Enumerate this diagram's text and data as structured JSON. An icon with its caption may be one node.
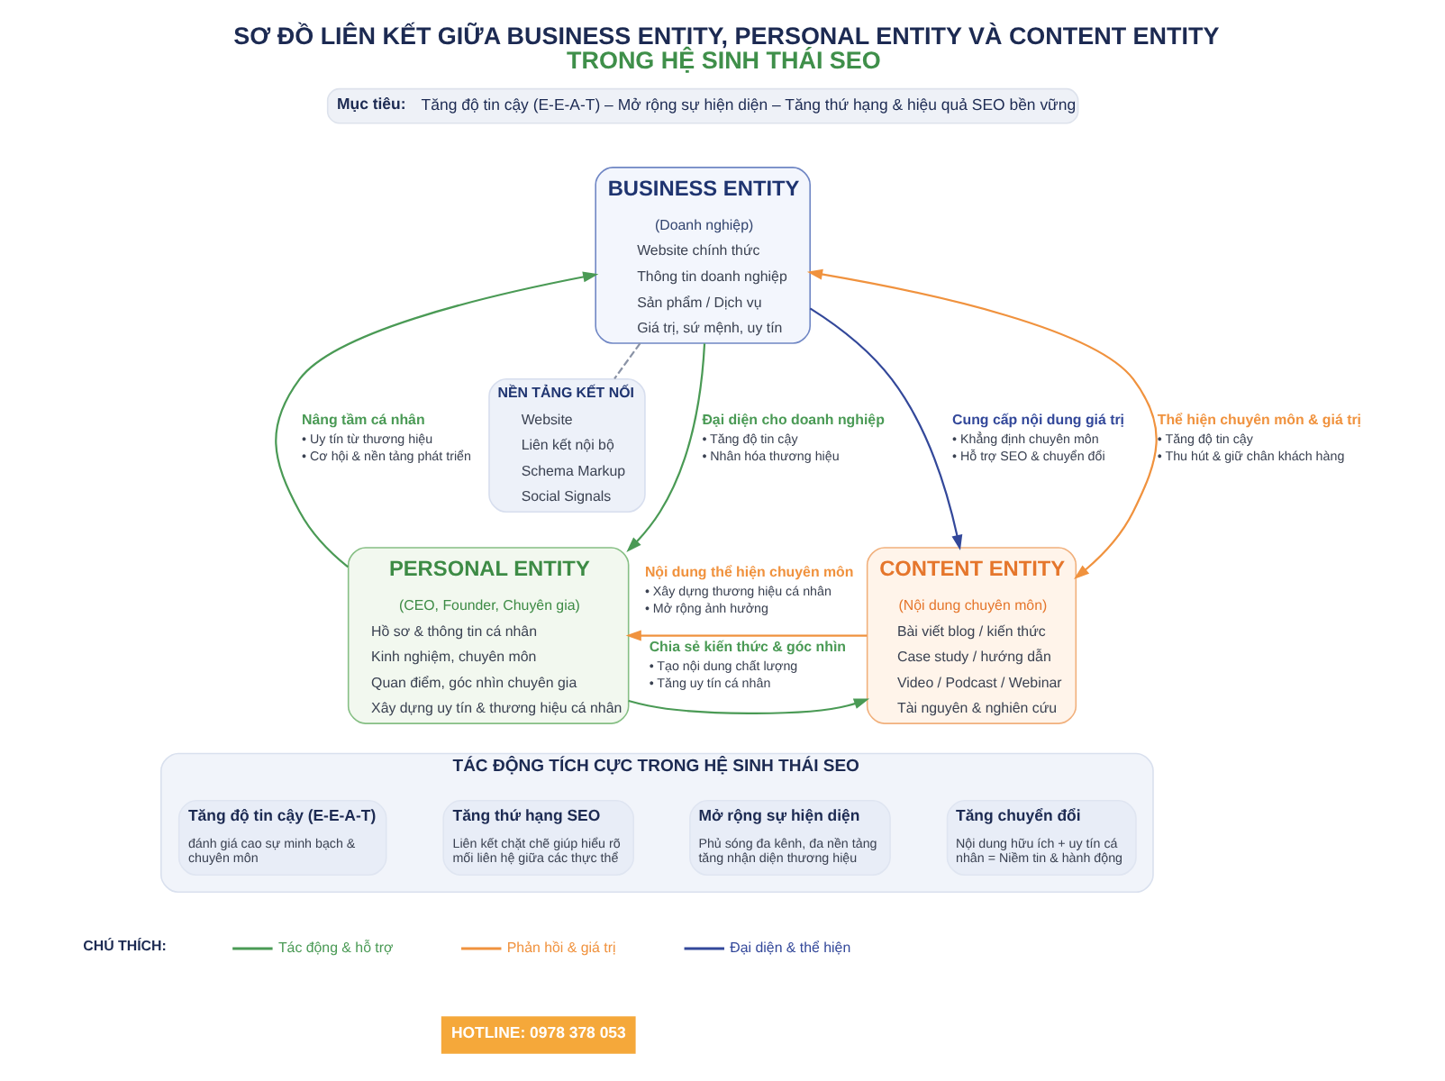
{
  "diagram": {
    "title": "SƠ ĐỒ LIÊN KẾT GIỮA BUSINESS ENTITY, PERSONAL ENTITY VÀ CONTENT ENTITY TRONG HỆ SINH THÁI SEO",
    "nodes": [
      {
        "text": [
          "Mục tiêu:",
          "Tăng độ tin cậy (E-E-A-T) – Mở rộng sự hiện diện – Tăng thứ hạng & hiệu quả SEO bền vững"
        ]
      },
      {
        "text": [
          "BUSINESS ENTITY",
          "(Doanh nghiệp)",
          "Website chính thức",
          "Thông tin doanh nghiệp",
          "Sản phẩm / Dịch vụ",
          "Giá trị, sứ mệnh, uy tín"
        ]
      },
      {
        "text": [
          "NỀN TẢNG KẾT NỐI",
          "Website",
          "Liên kết nội bộ",
          "Schema Markup",
          "Social Signals"
        ]
      },
      {
        "text": [
          "PERSONAL ENTITY",
          "(CEO, Founder, Chuyên gia)",
          "Hồ sơ & thông tin cá nhân",
          "Kinh nghiệm, chuyên môn",
          "Quan điểm, góc nhìn chuyên gia",
          "Xây dựng uy tín & thương hiệu cá nhân"
        ]
      },
      {
        "text": [
          "CONTENT ENTITY",
          "(Nội dung chuyên môn)",
          "Bài viết blog / kiến thức",
          "Case study / hướng dẫn",
          "Video / Podcast / Webinar",
          "Tài nguyên & nghiên cứu"
        ]
      },
      {
        "text": [
          "TÁC ĐỘNG TÍCH CỰC TRONG HỆ SINH THÁI SEO"
        ]
      },
      {
        "text": [
          "Tăng độ tin cậy (E-E-A-T)",
          "đánh giá cao sự minh bạch & chuyên môn"
        ],
        "in": 5
      },
      {
        "text": [
          "Tăng thứ hạng SEO",
          "Liên kết chặt chẽ giúp hiểu rõ mối liên hệ giữa các thực thể"
        ],
        "in": 5
      },
      {
        "text": [
          "Mở rộng sự hiện diện",
          "Phủ sóng đa kênh, đa nền tảng tăng nhận diện thương hiệu"
        ],
        "in": 5
      },
      {
        "text": [
          "Tăng chuyển đổi",
          "Nội dung hữu ích + uy tín cá nhân = Niềm tin & hành động"
        ],
        "in": 5
      }
    ],
    "edges": [
      {
        "from": 1,
        "to": 3,
        "arrow": "to",
        "label": "Đại diện cho doanh nghiệp • Tăng độ tin cậy • Nhân hóa thương hiệu"
      },
      {
        "from": 3,
        "to": 1,
        "arrow": "to",
        "label": "Nâng tầm cá nhân • Uy tín từ thương hiệu • Cơ hội & nền tảng phát triển"
      },
      {
        "from": 1,
        "to": 4,
        "arrow": "to",
        "label": "Cung cấp nội dung giá trị • Khẳng định chuyên môn • Hỗ trợ SEO & chuyển đổi",
        "color": "#33489a"
      },
      {
        "from": 1,
        "to": 4,
        "arrow": "both",
        "label": "Thể hiện chuyên môn & giá trị • Tăng độ tin cậy • Thu hút & giữ chân khách hàng",
        "color": "#f0923e"
      },
      {
        "from": 1,
        "to": 2,
        "arrow": "none",
        "style": "dashed",
        "color": "#8a93a6"
      },
      {
        "from": 3,
        "to": 4,
        "arrow": "to",
        "label": "Chia sẻ kiến thức & góc nhìn • Tạo nội dung chất lượng • Tăng uy tín cá nhân"
      },
      {
        "from": 4,
        "to": 3,
        "arrow": "to",
        "label": "Nội dung thể hiện chuyên môn • Xây dựng thương hiệu cá nhân • Mở rộng ảnh hưởng",
        "color": "#f0923e"
      }
    ],
    "labels": [
      "CHÚ THÍCH:",
      "HOTLINE: 0978 378 053"
    ],
    "legend": [
      {
        "text": "Tác động & hỗ trợ"
      },
      {
        "text": "Phản hồi & giá trị"
      },
      {
        "text": "Đại diện & thể hiện"
      }
    ]
  }
}
